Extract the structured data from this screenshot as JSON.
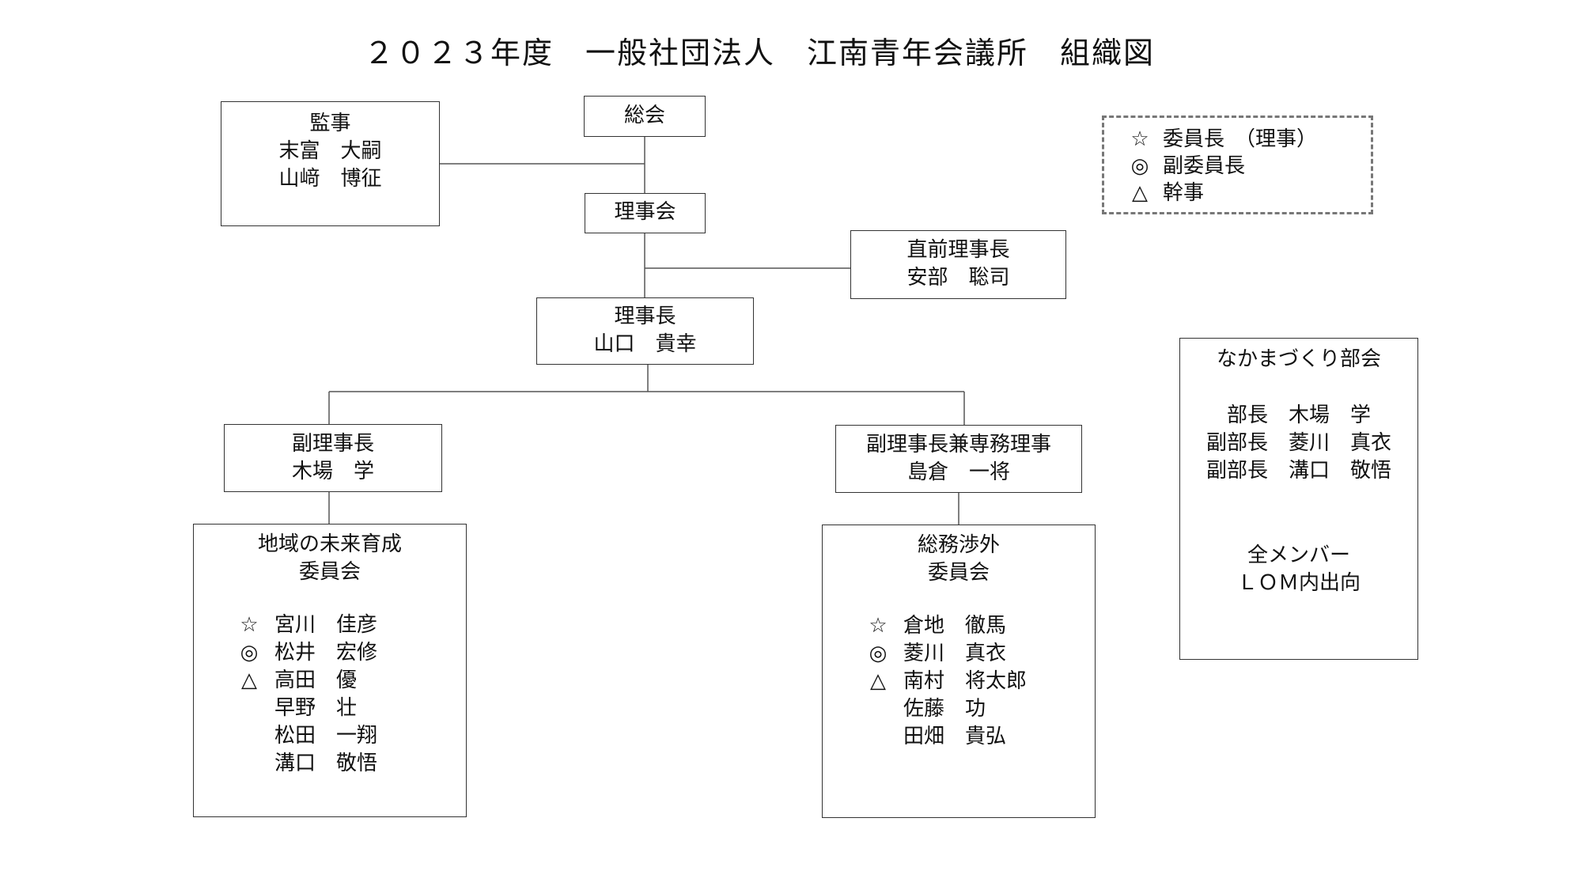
{
  "title": "２０２３年度　一般社団法人　江南青年会議所　組織図",
  "legend": [
    {
      "symbol": "☆",
      "label": "委員長　（理事）"
    },
    {
      "symbol": "◎",
      "label": "副委員長"
    },
    {
      "symbol": "△",
      "label": "幹事"
    }
  ],
  "auditors": {
    "title": "監事",
    "members": [
      "末富　大嗣",
      "山﨑　博征"
    ]
  },
  "general_assembly": {
    "title": "総会"
  },
  "board": {
    "title": "理事会"
  },
  "past_president": {
    "title": "直前理事長",
    "name": "安部　聡司"
  },
  "president": {
    "title": "理事長",
    "name": "山口　貴幸"
  },
  "vp_left": {
    "title": "副理事長",
    "name": "木場　学"
  },
  "vp_right": {
    "title": "副理事長兼専務理事",
    "name": "島倉　一将"
  },
  "committee_left": {
    "title_line1": "地域の未来育成",
    "title_line2": "委員会",
    "members": [
      {
        "symbol": "☆",
        "name": "宮川　佳彦"
      },
      {
        "symbol": "◎",
        "name": "松井　宏修"
      },
      {
        "symbol": "△",
        "name": "高田　優"
      },
      {
        "symbol": "",
        "name": "早野　壮"
      },
      {
        "symbol": "",
        "name": "松田　一翔"
      },
      {
        "symbol": "",
        "name": "溝口　敬悟"
      }
    ]
  },
  "committee_right": {
    "title_line1": "総務渉外",
    "title_line2": "委員会",
    "members": [
      {
        "symbol": "☆",
        "name": "倉地　徹馬"
      },
      {
        "symbol": "◎",
        "name": "菱川　真衣"
      },
      {
        "symbol": "△",
        "name": "南村　将太郎"
      },
      {
        "symbol": "",
        "name": "佐藤　功"
      },
      {
        "symbol": "",
        "name": "田畑　貴弘"
      }
    ]
  },
  "nakama_division": {
    "title": "なかまづくり部会",
    "roles": [
      "部長　木場　学",
      "副部長　菱川　真衣",
      "副部長　溝口　敬悟"
    ],
    "note_line1": "全メンバー",
    "note_line2": "ＬＯＭ内出向"
  }
}
